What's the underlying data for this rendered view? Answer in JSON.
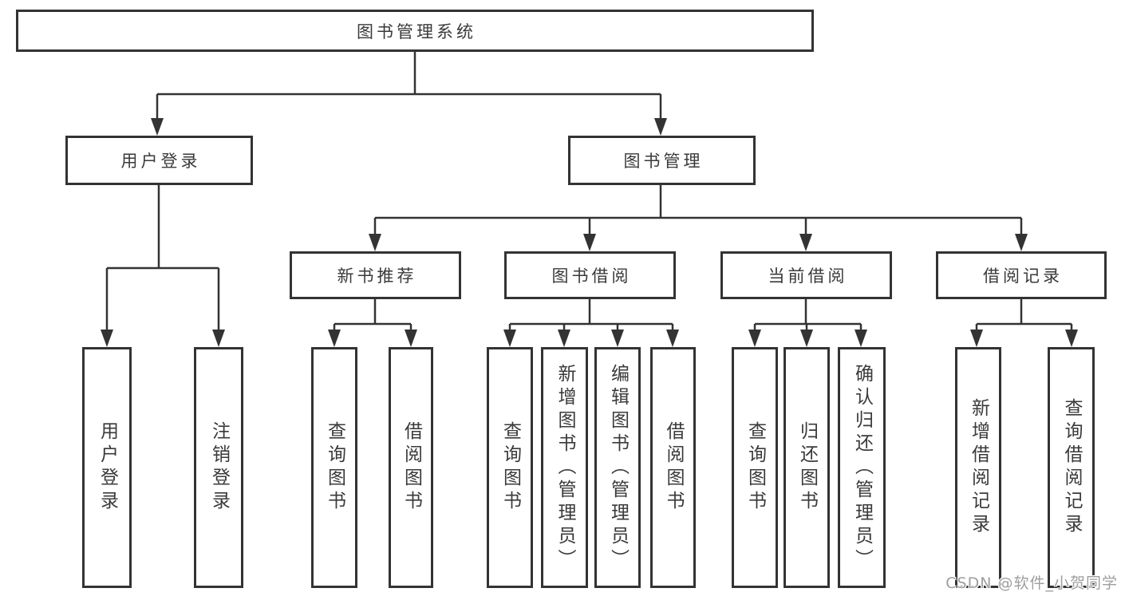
{
  "diagram": {
    "title": "图书管理系统",
    "root": {
      "label": "图书管理系统"
    },
    "level2": [
      {
        "label": "用户登录"
      },
      {
        "label": "图书管理"
      }
    ],
    "level3": [
      {
        "label": "新书推荐"
      },
      {
        "label": "图书借阅"
      },
      {
        "label": "当前借阅"
      },
      {
        "label": "借阅记录"
      }
    ],
    "leaves": {
      "user": [
        "用户登录",
        "注销登录"
      ],
      "recommend": [
        "查询图书",
        "借阅图书"
      ],
      "borrow": [
        "查询图书",
        "新增图书（管理员）",
        "编辑图书（管理员）",
        "借阅图书"
      ],
      "current": [
        "查询图书",
        "归还图书",
        "确认归还（管理员）"
      ],
      "records": [
        "新增借阅记录",
        "查询借阅记录"
      ]
    },
    "colors": {
      "line": "#333333",
      "text": "#3a3a3a",
      "box_background": "#ffffff",
      "page_background": "#ffffff",
      "watermark_text": "#9e9e9e"
    },
    "watermark": "CSDN @软件_小贺同学"
  }
}
